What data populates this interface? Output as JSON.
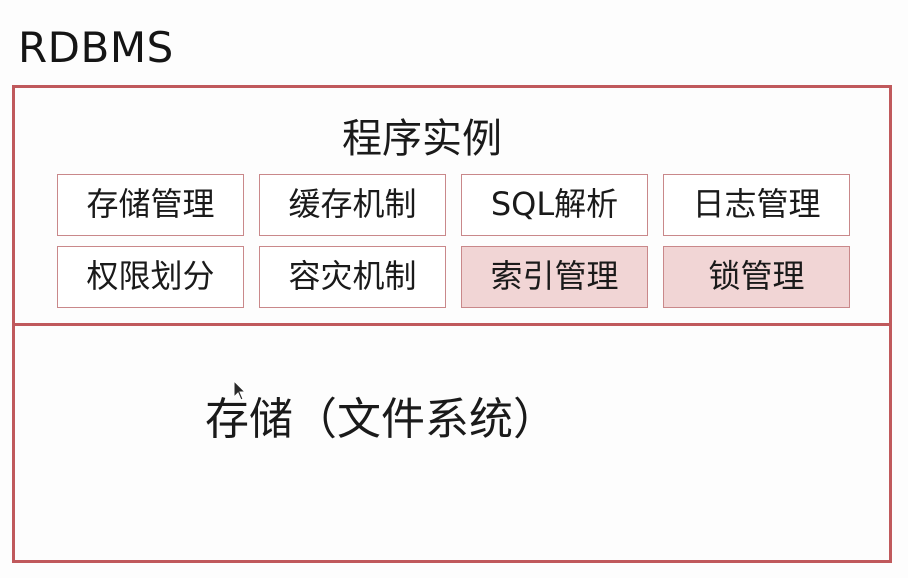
{
  "diagram": {
    "title": "RDBMS",
    "instance": {
      "title": "程序实例",
      "modules": [
        {
          "label": "存储管理",
          "highlighted": false
        },
        {
          "label": "缓存机制",
          "highlighted": false
        },
        {
          "label": "SQL解析",
          "highlighted": false
        },
        {
          "label": "日志管理",
          "highlighted": false
        },
        {
          "label": "权限划分",
          "highlighted": false
        },
        {
          "label": "容灾机制",
          "highlighted": false
        },
        {
          "label": "索引管理",
          "highlighted": true
        },
        {
          "label": "锁管理",
          "highlighted": true
        }
      ]
    },
    "storage": {
      "label": "存储（文件系统）"
    },
    "colors": {
      "border": "#c0595c",
      "module_border": "#c9888a",
      "highlight_fill": "#f1d5d5"
    }
  }
}
